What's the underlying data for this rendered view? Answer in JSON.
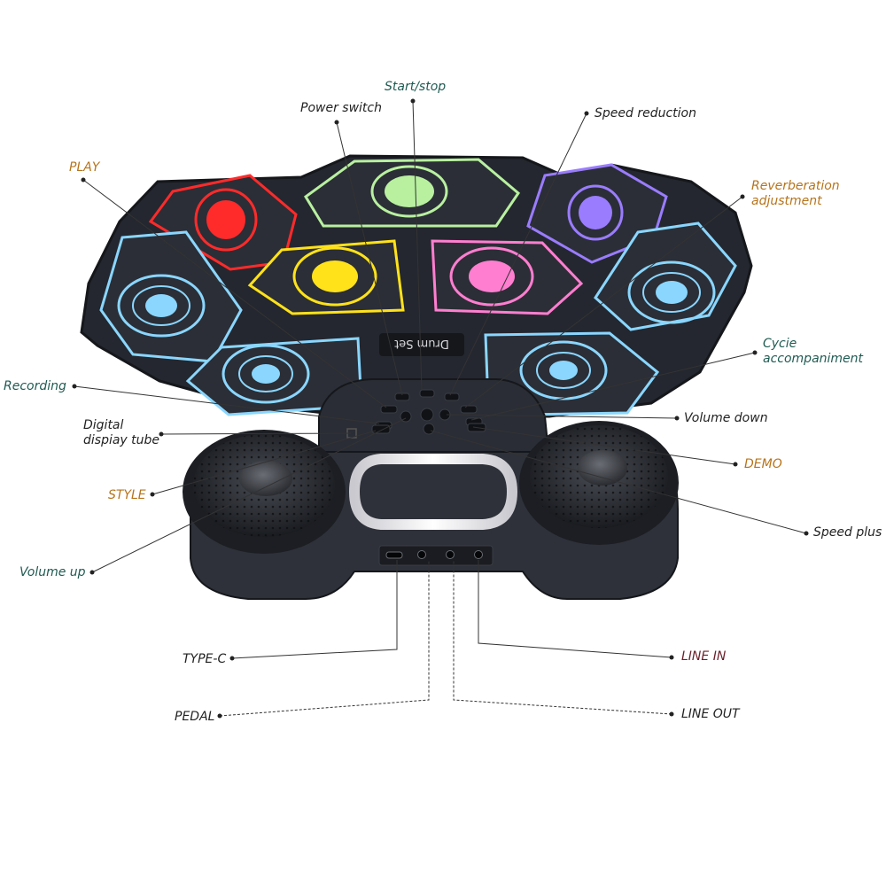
{
  "colors": {
    "accent_orange": "#b7741b",
    "accent_teal": "#1f5b52",
    "accent_maroon": "#6a1f2a",
    "pad_red": "#ff2b2b",
    "pad_green": "#b8f0a0",
    "pad_yellow": "#ffe21a",
    "pad_pink": "#ff7ed0",
    "pad_purple": "#9a7cff",
    "pad_blue": "#8ad6ff",
    "body": "#23262e"
  },
  "device": {
    "brand_text": "Drum Set",
    "ports": [
      "type-c-port",
      "pedal-jack",
      "line-out-jack",
      "line-in-jack"
    ]
  },
  "labels": {
    "start_stop": "Start/stop",
    "power_switch": "Power switch",
    "speed_reduction": "Speed reduction",
    "play": "PLAY",
    "reverberation_1": "Reverberation",
    "reverberation_2": "adjustment",
    "recording": "Recording",
    "cycle_1": "Cycie",
    "cycle_2": "accompaniment",
    "digital_1": "Digital",
    "digital_2": "dispiay tube",
    "volume_down": "Volume down",
    "style": "STYLE",
    "demo": "DEMO",
    "speed_plus": "Speed plus",
    "volume_up": "Volume up",
    "type_c": "TYPE-C",
    "line_in": "LINE IN",
    "pedal": "PEDAL",
    "line_out": "LINE OUT"
  }
}
